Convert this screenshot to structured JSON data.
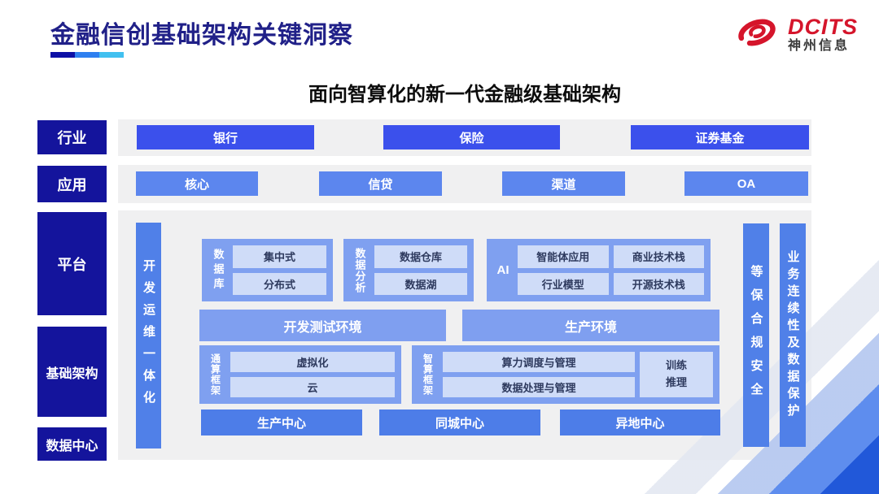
{
  "header": {
    "title": "金融信创基础架构关键洞察",
    "logo_brand": "DCITS",
    "logo_company": "神州信息"
  },
  "subtitle": "面向智算化的新一代金融级基础架构",
  "colors": {
    "title_navy": "#202088",
    "sidebar_navy": "#14149c",
    "industry_blue": "#3b50ec",
    "app_blue": "#5c86ee",
    "bar_blue": "#5080e8",
    "group_blue": "#7fa0f0",
    "inner_light_blue": "#cfdcf8",
    "panel_gray": "#f0f0f1",
    "logo_red": "#d5152b",
    "corner_deep_blue": "#2158d9"
  },
  "sidebar": {
    "items": [
      {
        "label": "行业"
      },
      {
        "label": "应用"
      },
      {
        "label": "平台"
      },
      {
        "label": "基础架构"
      },
      {
        "label": "数据中心"
      }
    ]
  },
  "industry_row": {
    "items": [
      {
        "label": "银行"
      },
      {
        "label": "保险"
      },
      {
        "label": "证券基金"
      }
    ]
  },
  "app_row": {
    "items": [
      {
        "label": "核心"
      },
      {
        "label": "信贷"
      },
      {
        "label": "渠道"
      },
      {
        "label": "OA"
      }
    ]
  },
  "platform": {
    "devops_bar": "开发运维一体化",
    "security_bar": "等保合规安全",
    "continuity_bar": "业务连续性及数据保护",
    "database_group": {
      "label": "数据库",
      "items": [
        {
          "label": "集中式"
        },
        {
          "label": "分布式"
        }
      ]
    },
    "analytics_group": {
      "label": "数据分析",
      "items": [
        {
          "label": "数据仓库"
        },
        {
          "label": "数据湖"
        }
      ]
    },
    "ai_group": {
      "label": "AI",
      "items": [
        {
          "label": "智能体应用"
        },
        {
          "label": "商业技术栈"
        },
        {
          "label": "行业模型"
        },
        {
          "label": "开源技术栈"
        }
      ]
    },
    "env_row": {
      "dev_test": "开发测试环境",
      "production": "生产环境"
    },
    "general_framework": {
      "label": "通算框架",
      "items": [
        {
          "label": "虚拟化"
        },
        {
          "label": "云"
        }
      ]
    },
    "ai_framework": {
      "label": "智算框架",
      "items": [
        {
          "label": "算力调度与管理"
        },
        {
          "label": "数据处理与管理"
        }
      ],
      "side": "训练\n推理"
    },
    "centers": {
      "items": [
        {
          "label": "生产中心"
        },
        {
          "label": "同城中心"
        },
        {
          "label": "异地中心"
        }
      ]
    }
  }
}
